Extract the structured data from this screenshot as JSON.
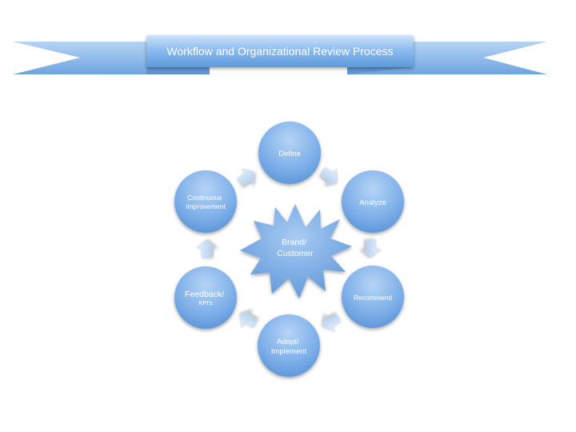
{
  "banner": {
    "title": "Workflow and Organizational Review Process"
  },
  "center": {
    "line1": "Brand/",
    "line2": "Customer"
  },
  "nodes": [
    {
      "id": "define",
      "line1": "Define",
      "line2": ""
    },
    {
      "id": "analyze",
      "line1": "Analyze",
      "line2": ""
    },
    {
      "id": "recommend",
      "line1": "Recommend",
      "line2": ""
    },
    {
      "id": "adopt",
      "line1": "Adopt/",
      "line2": "Implement"
    },
    {
      "id": "feedback",
      "line1": "Feedback/",
      "line2": "KPI's"
    },
    {
      "id": "continuous",
      "line1": "Continuous",
      "line2": "Improvement"
    }
  ],
  "colors": {
    "banner_light": "#cfe3f8",
    "banner_mid": "#8dbcef",
    "banner_dark": "#5d99dc",
    "circle_light": "#aacdf3",
    "circle_dark": "#5994d9",
    "arrow_light": "#e2eefb",
    "arrow_dark": "#a9c8ec",
    "star_light": "#a5c8f0",
    "star_dark": "#5e97da"
  },
  "icons": {
    "cycle_arrow": "chevron-arrow-icon",
    "center_shape": "starburst-icon"
  }
}
